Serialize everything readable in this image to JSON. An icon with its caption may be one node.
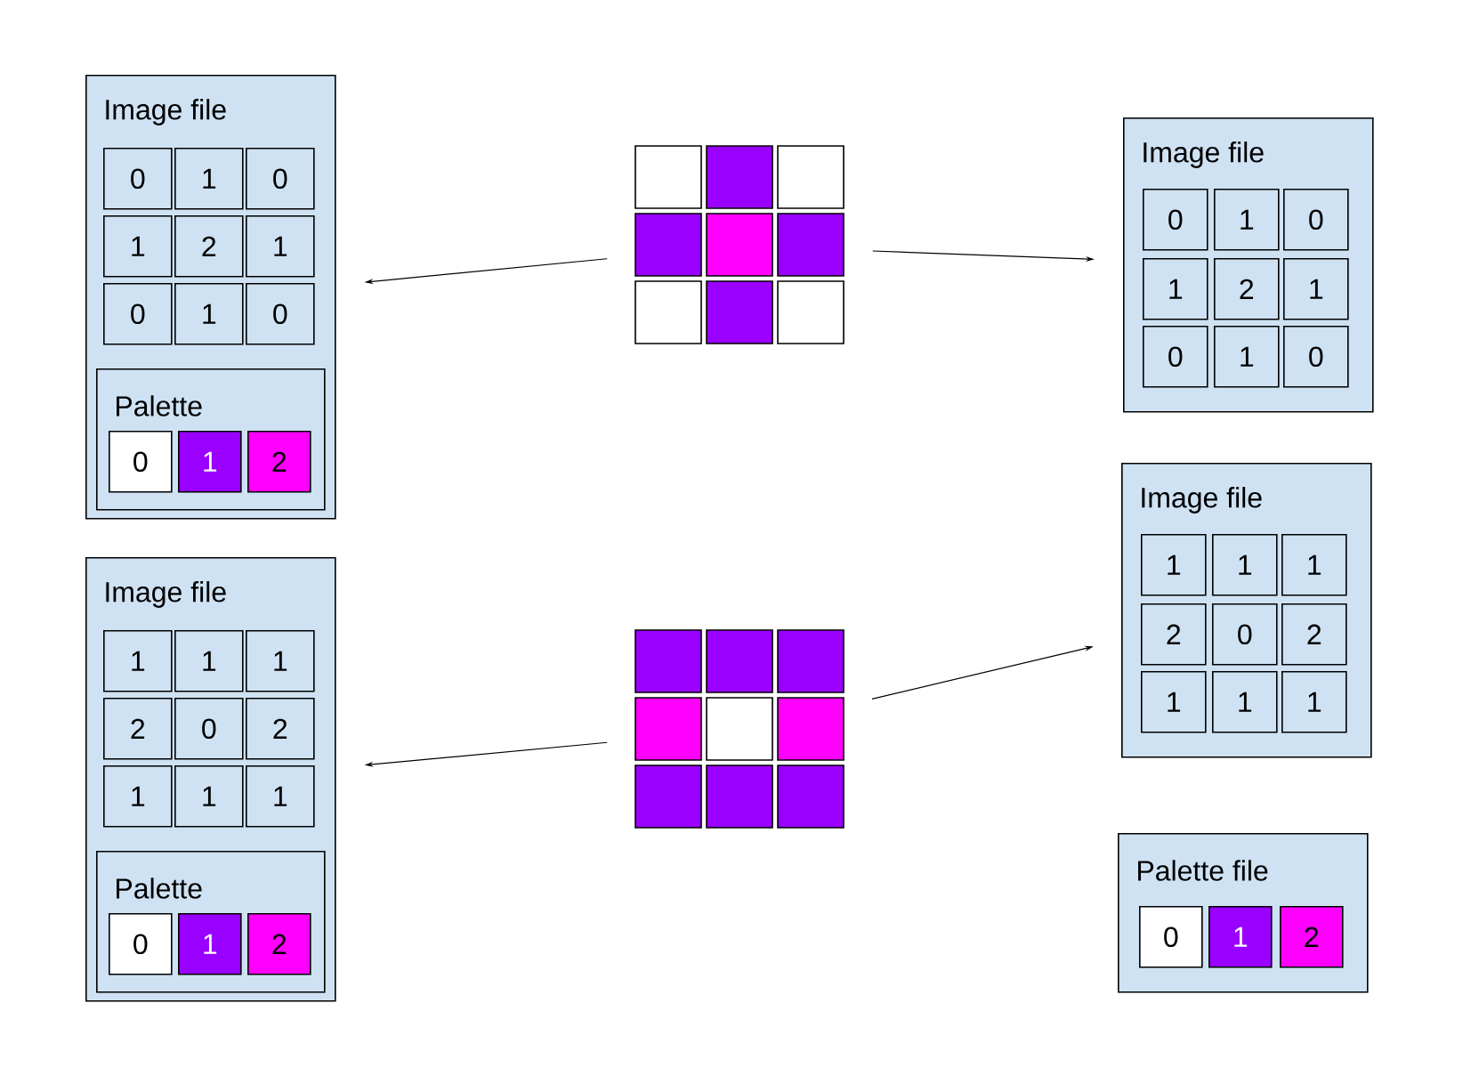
{
  "diagram": {
    "nodes": [
      {
        "text": [
          "Image file"
        ]
      },
      {
        "text": [
          "0"
        ],
        "in": 0
      },
      {
        "text": [
          "1"
        ],
        "in": 0
      },
      {
        "text": [
          "0"
        ],
        "in": 0
      },
      {
        "text": [
          "1"
        ],
        "in": 0
      },
      {
        "text": [
          "2"
        ],
        "in": 0
      },
      {
        "text": [
          "1"
        ],
        "in": 0
      },
      {
        "text": [
          "0"
        ],
        "in": 0
      },
      {
        "text": [
          "1"
        ],
        "in": 0
      },
      {
        "text": [
          "0"
        ],
        "in": 0
      },
      {
        "text": [
          "Palette"
        ],
        "in": 0
      },
      {
        "text": [
          "0"
        ],
        "in": 10
      },
      {
        "text": [
          "1"
        ],
        "in": 10
      },
      {
        "text": [
          "2"
        ],
        "in": 10
      },
      {
        "text": [],
        "shape": "grid"
      },
      {
        "text": [
          "Image file"
        ]
      },
      {
        "text": [
          "0"
        ],
        "in": 15
      },
      {
        "text": [
          "1"
        ],
        "in": 15
      },
      {
        "text": [
          "0"
        ],
        "in": 15
      },
      {
        "text": [
          "1"
        ],
        "in": 15
      },
      {
        "text": [
          "2"
        ],
        "in": 15
      },
      {
        "text": [
          "1"
        ],
        "in": 15
      },
      {
        "text": [
          "0"
        ],
        "in": 15
      },
      {
        "text": [
          "1"
        ],
        "in": 15
      },
      {
        "text": [
          "0"
        ],
        "in": 15
      },
      {
        "text": [
          "Image file"
        ]
      },
      {
        "text": [
          "1"
        ],
        "in": 25
      },
      {
        "text": [
          "1"
        ],
        "in": 25
      },
      {
        "text": [
          "1"
        ],
        "in": 25
      },
      {
        "text": [
          "2"
        ],
        "in": 25
      },
      {
        "text": [
          "0"
        ],
        "in": 25
      },
      {
        "text": [
          "2"
        ],
        "in": 25
      },
      {
        "text": [
          "1"
        ],
        "in": 25
      },
      {
        "text": [
          "1"
        ],
        "in": 25
      },
      {
        "text": [
          "1"
        ],
        "in": 25
      },
      {
        "text": [
          "Palette"
        ],
        "in": 25
      },
      {
        "text": [
          "0"
        ],
        "in": 35
      },
      {
        "text": [
          "1"
        ],
        "in": 35
      },
      {
        "text": [
          "2"
        ],
        "in": 35
      },
      {
        "text": [],
        "shape": "grid"
      },
      {
        "text": [
          "Image file"
        ]
      },
      {
        "text": [
          "1"
        ],
        "in": 40
      },
      {
        "text": [
          "1"
        ],
        "in": 40
      },
      {
        "text": [
          "1"
        ],
        "in": 40
      },
      {
        "text": [
          "2"
        ],
        "in": 40
      },
      {
        "text": [
          "0"
        ],
        "in": 40
      },
      {
        "text": [
          "2"
        ],
        "in": 40
      },
      {
        "text": [
          "1"
        ],
        "in": 40
      },
      {
        "text": [
          "1"
        ],
        "in": 40
      },
      {
        "text": [
          "1"
        ],
        "in": 40
      },
      {
        "text": [
          "Palette file"
        ]
      },
      {
        "text": [
          "0"
        ],
        "in": 50
      },
      {
        "text": [
          "1"
        ],
        "in": 50
      },
      {
        "text": [
          "2"
        ],
        "in": 50
      }
    ],
    "edges": [
      {
        "from": 14,
        "to": 0,
        "arrow": "to"
      },
      {
        "from": 14,
        "to": 15,
        "arrow": "to"
      },
      {
        "from": 39,
        "to": 25,
        "arrow": "to"
      },
      {
        "from": 39,
        "to": 40,
        "arrow": "to"
      }
    ]
  }
}
